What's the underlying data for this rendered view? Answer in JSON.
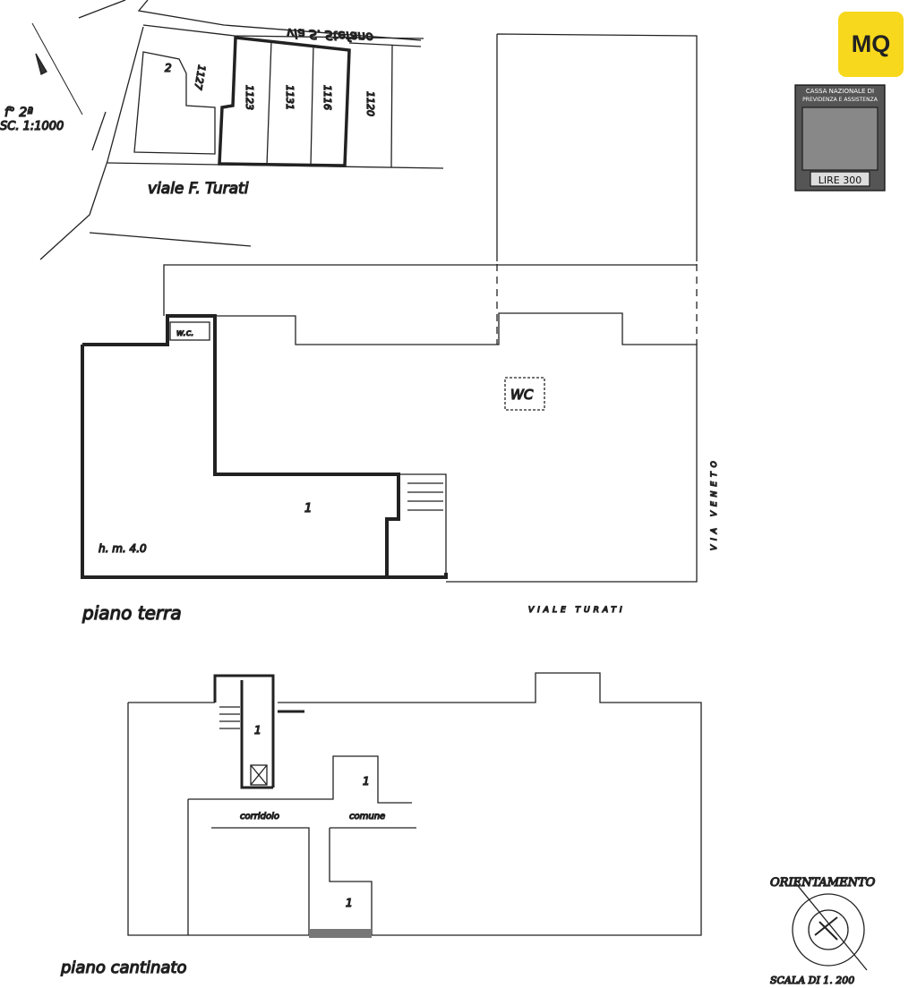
{
  "logo": {
    "text": "MQ",
    "color": "#f7d81c"
  },
  "cadastral": {
    "street_top": "via S. Stefano",
    "street_bottom": "viale F. Turati",
    "sheet": "f° 2ª",
    "scale": "SC. 1:1000",
    "parcels": [
      "1127",
      "1123",
      "1131",
      "1116",
      "1120"
    ],
    "sub": "2"
  },
  "stamp": {
    "line1": "CASSA NAZIONALE DI",
    "line2": "PREVIDENZA E ASSISTENZA",
    "value": "LIRE 300"
  },
  "ground_floor": {
    "title": "piano terra",
    "wc_small": "w.c.",
    "wc_box": "WC",
    "unit": "1",
    "height": "h. m. 4.0",
    "street_bottom": "VIALE TURATI",
    "street_right": "VIA VENETO"
  },
  "basement": {
    "title": "piano cantinato",
    "units": [
      "1",
      "1",
      "1"
    ],
    "corridor": "corridoio",
    "common": "comune"
  },
  "orientation": {
    "title": "ORIENTAMENTO",
    "scale": "SCALA DI 1. 200"
  }
}
